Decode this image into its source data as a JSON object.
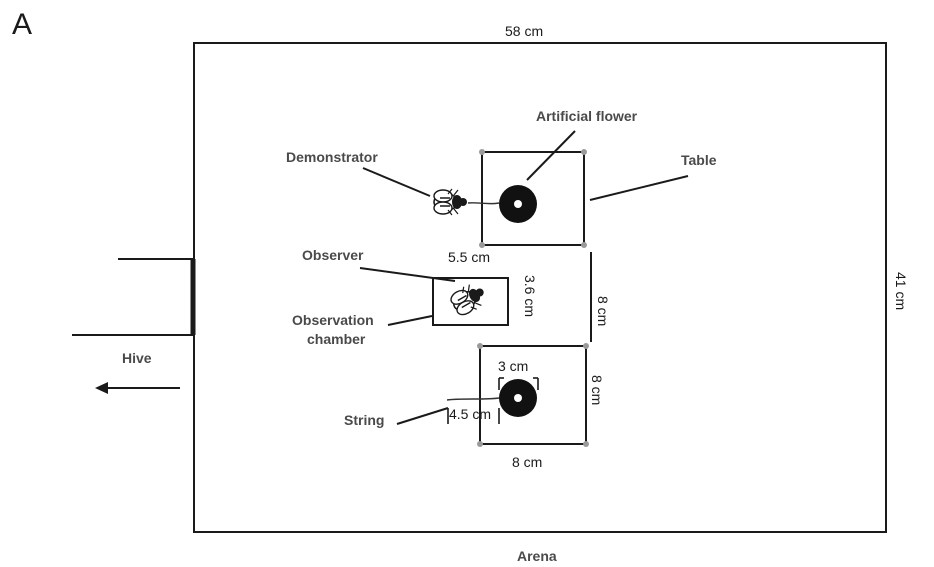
{
  "panel_label": "A",
  "dimensions": {
    "arena_width": "58 cm",
    "arena_height": "41 cm",
    "table_gap": "5.5 cm",
    "table_spacing": "8 cm",
    "chamber_height": "3.6 cm",
    "flower_diameter": "3 cm",
    "string_length": "4.5 cm",
    "table_width": "8 cm",
    "table_height": "8 cm"
  },
  "labels": {
    "artificial_flower": "Artificial flower",
    "demonstrator": "Demonstrator",
    "table": "Table",
    "observer": "Observer",
    "observation_chamber_line1": "Observation",
    "observation_chamber_line2": "chamber",
    "hive": "Hive",
    "string": "String",
    "arena": "Arena"
  },
  "icons": [
    "bee-icon",
    "flower-icon",
    "arrow-left-icon"
  ],
  "colors": {
    "ink": "#1a1a1a",
    "label": "#4a4a4a",
    "corner": "#9a9a9a"
  }
}
